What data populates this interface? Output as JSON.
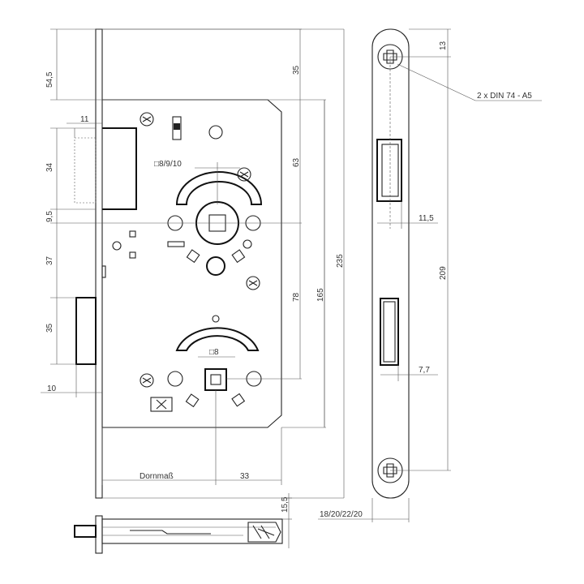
{
  "drawing": {
    "dimensions": {
      "d_54_5": "54,5",
      "d_11": "11",
      "d_34": "34",
      "d_9_5": "9,5",
      "d_37": "37",
      "d_35_left": "35",
      "d_10": "10",
      "d_35_top": "35",
      "d_63": "63",
      "d_78": "78",
      "d_165": "165",
      "d_235": "235",
      "d_33": "33",
      "d_13": "13",
      "d_11_5": "11,5",
      "d_209": "209",
      "d_7_7": "7,7",
      "d_15_5": "15,5"
    },
    "labels": {
      "spindle_top": "□8/9/10",
      "spindle_bottom": "□8",
      "backset": "Dornmaß",
      "screws": "2 x DIN 74 - A5",
      "faceplate_widths": "18/20/22/20"
    }
  }
}
